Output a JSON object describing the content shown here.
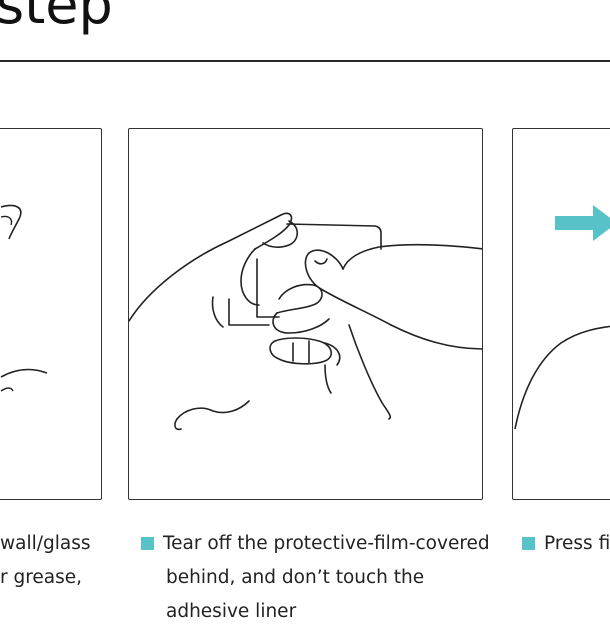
{
  "header": {
    "title_fragment": "step"
  },
  "steps": [
    {
      "caption_lines": [
        "wall/glass",
        "r grease,"
      ]
    },
    {
      "caption_lines": [
        "Tear off the protective-film-covered",
        "behind, and  don’t touch the",
        "adhesive liner"
      ]
    },
    {
      "caption_lines": [
        "Press fi"
      ]
    }
  ],
  "colors": {
    "accent": "#57c3c9",
    "line": "#222222"
  },
  "icons": {
    "bullet": "teal-square-bullet",
    "arrow": "right-arrow-icon"
  }
}
